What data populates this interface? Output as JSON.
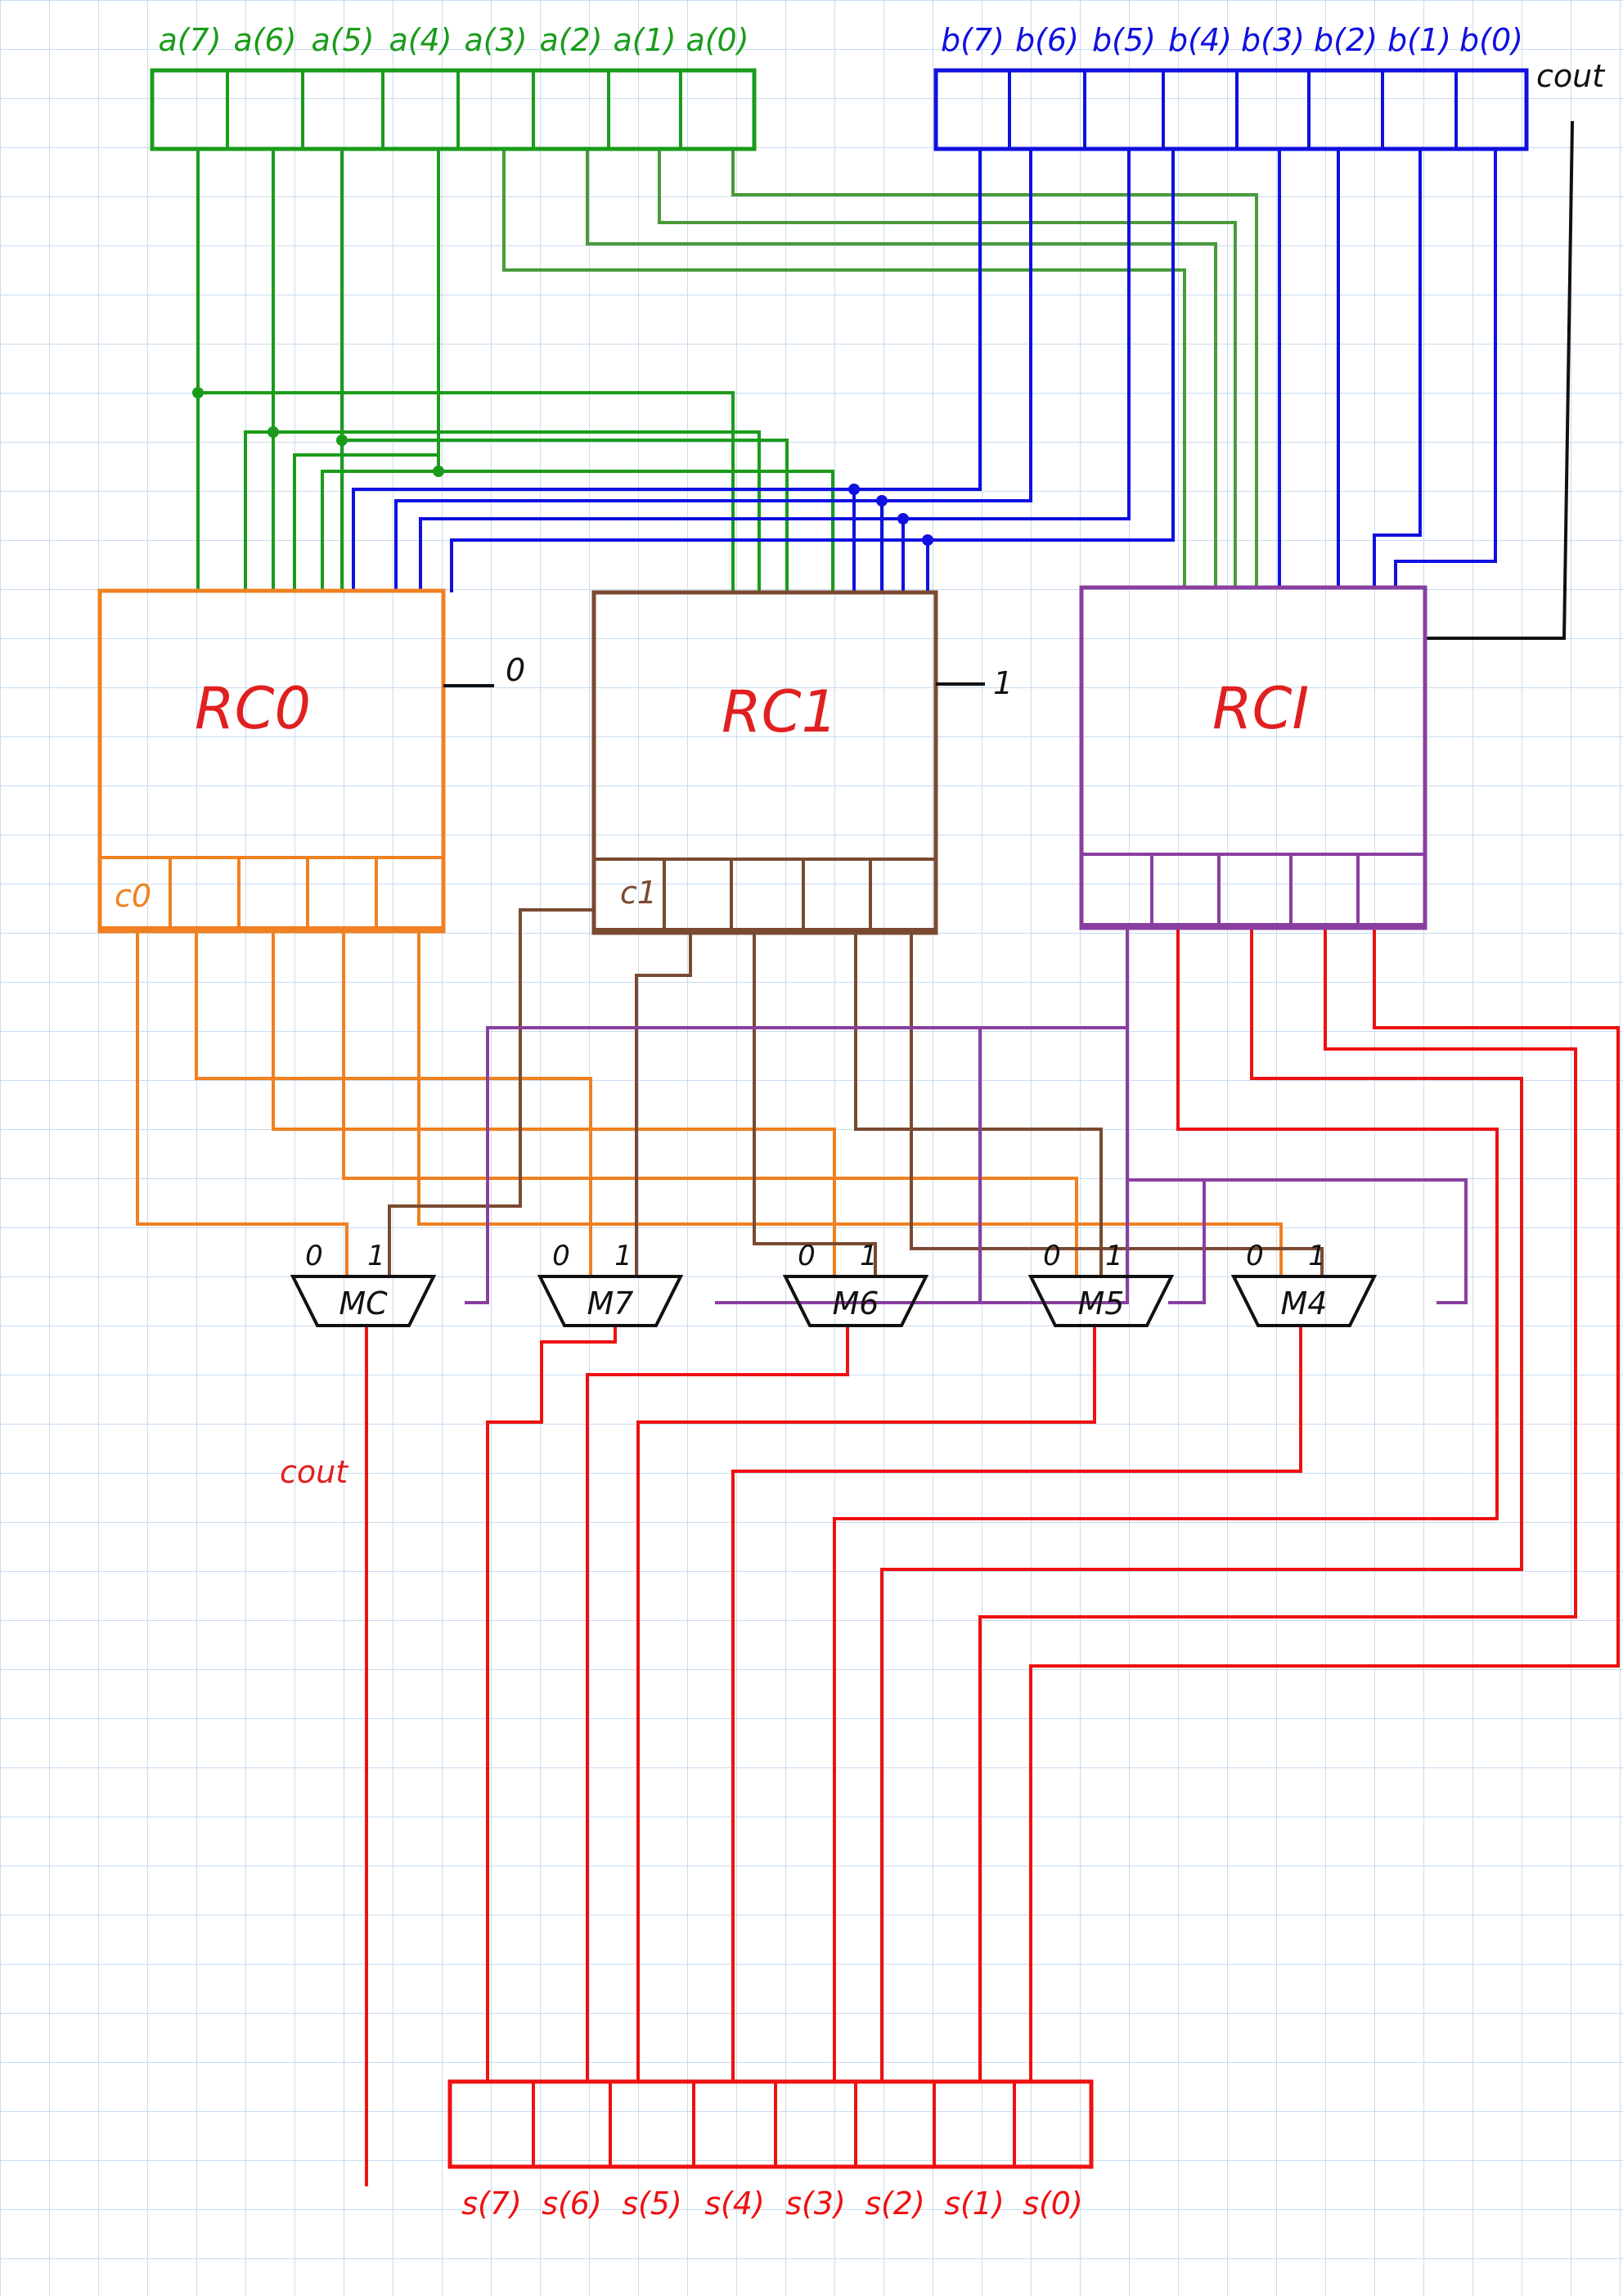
{
  "a_labels": [
    "a(7)",
    "a(6)",
    "a(5)",
    "a(4)",
    "a(3)",
    "a(2)",
    "a(1)",
    "a(0)"
  ],
  "b_labels": [
    "b(7)",
    "b(6)",
    "b(5)",
    "b(4)",
    "b(3)",
    "b(2)",
    "b(1)",
    "b(0)"
  ],
  "s_labels": [
    "s(7)",
    "s(6)",
    "s(5)",
    "s(4)",
    "s(3)",
    "s(2)",
    "s(1)",
    "s(0)"
  ],
  "cout_top": "cout",
  "cout_bottom": "cout",
  "blocks": {
    "rc0": {
      "title": "RC0",
      "carry_in": "0",
      "carry_out": "c0"
    },
    "rc1": {
      "title": "RC1",
      "carry_in": "1",
      "carry_out": "c1"
    },
    "rc_low": {
      "title": "RCI"
    }
  },
  "muxes": [
    {
      "name": "MC",
      "sel0": "0",
      "sel1": "1"
    },
    {
      "name": "M7",
      "sel0": "0",
      "sel1": "1"
    },
    {
      "name": "M6",
      "sel0": "0",
      "sel1": "1"
    },
    {
      "name": "M5",
      "sel0": "0",
      "sel1": "1"
    },
    {
      "name": "M4",
      "sel0": "0",
      "sel1": "1"
    }
  ],
  "colors": {
    "green": "#1a9c1a",
    "greenLight": "#4a9a3a",
    "blue": "#1010e0",
    "orange": "#f08020",
    "brown": "#7a4a30",
    "purple": "#8a3fa0",
    "red": "#ee1111",
    "redLabel": "#e02020",
    "black": "#111111",
    "grid": "#c8dcf0"
  }
}
